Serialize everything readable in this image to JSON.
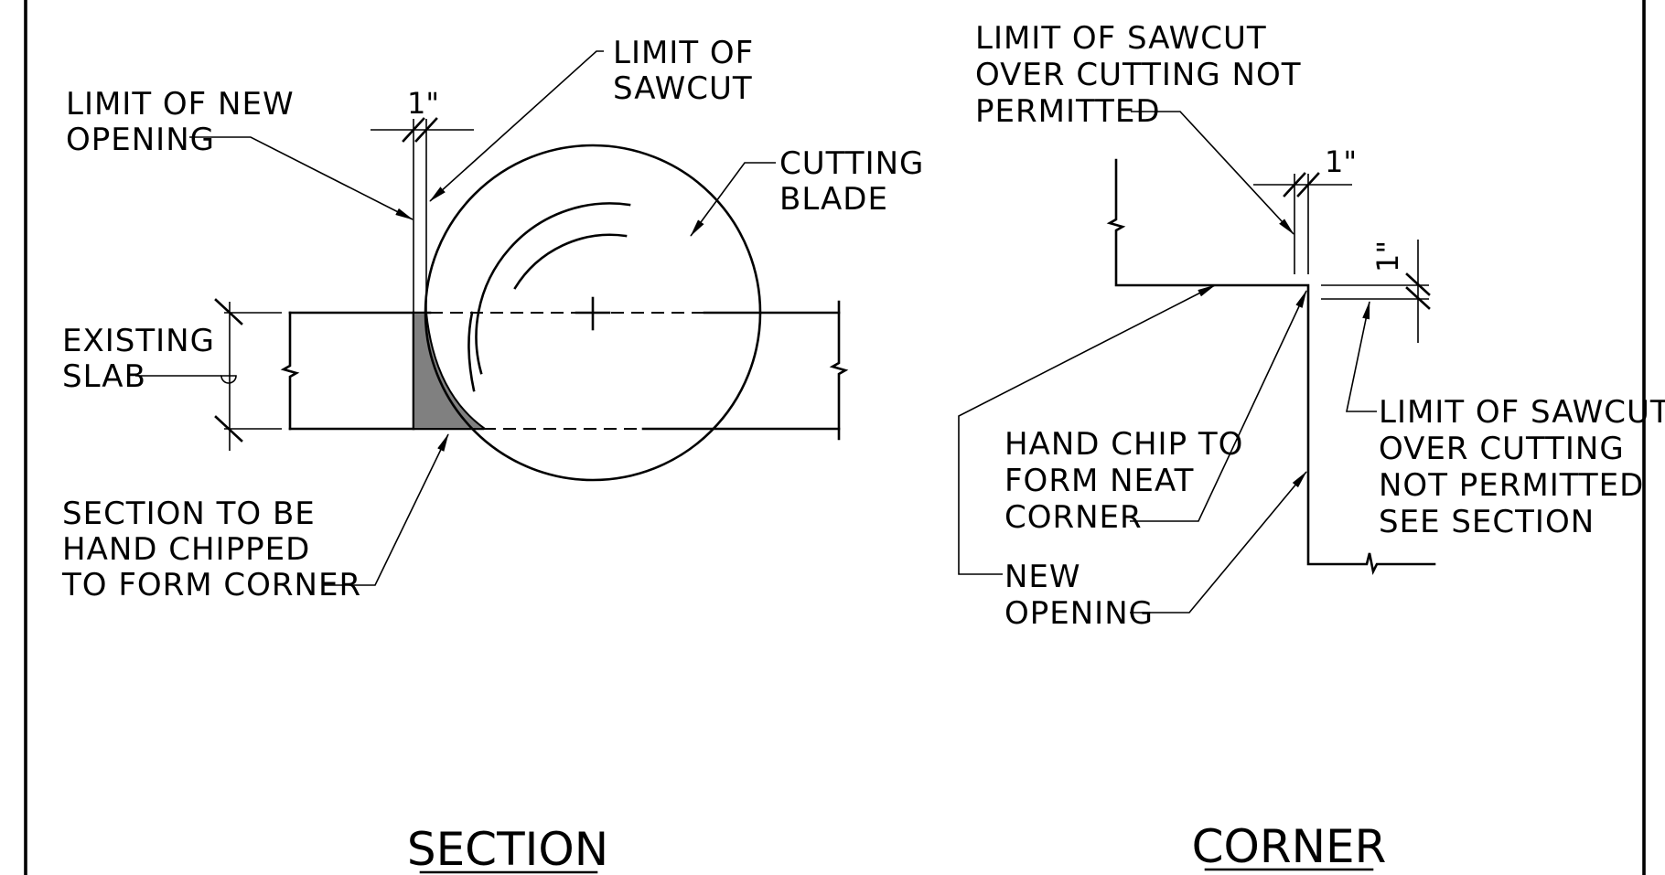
{
  "section": {
    "title": "SECTION",
    "dimension": "1\"",
    "labels": {
      "limit_of_new_opening": [
        "LIMIT OF NEW",
        "OPENING"
      ],
      "limit_of_sawcut": [
        "LIMIT OF",
        "SAWCUT"
      ],
      "cutting_blade": [
        "CUTTING",
        "BLADE"
      ],
      "existing_slab": [
        "EXISTING",
        "SLAB"
      ],
      "hand_chipped": [
        "SECTION TO BE",
        "HAND CHIPPED",
        "TO FORM CORNER"
      ]
    }
  },
  "corner": {
    "title": "CORNER",
    "dimension_top": "1\"",
    "dimension_right": "1\"",
    "labels": {
      "limit_top": [
        "LIMIT OF SAWCUT",
        "OVER CUTTING NOT",
        "PERMITTED"
      ],
      "hand_chip": [
        "HAND CHIP TO",
        "FORM NEAT",
        "CORNER"
      ],
      "new_opening": [
        "NEW",
        "OPENING"
      ],
      "limit_right": [
        "LIMIT OF SAWCUT",
        "OVER CUTTING",
        "NOT PERMITTED",
        "SEE SECTION"
      ]
    }
  }
}
